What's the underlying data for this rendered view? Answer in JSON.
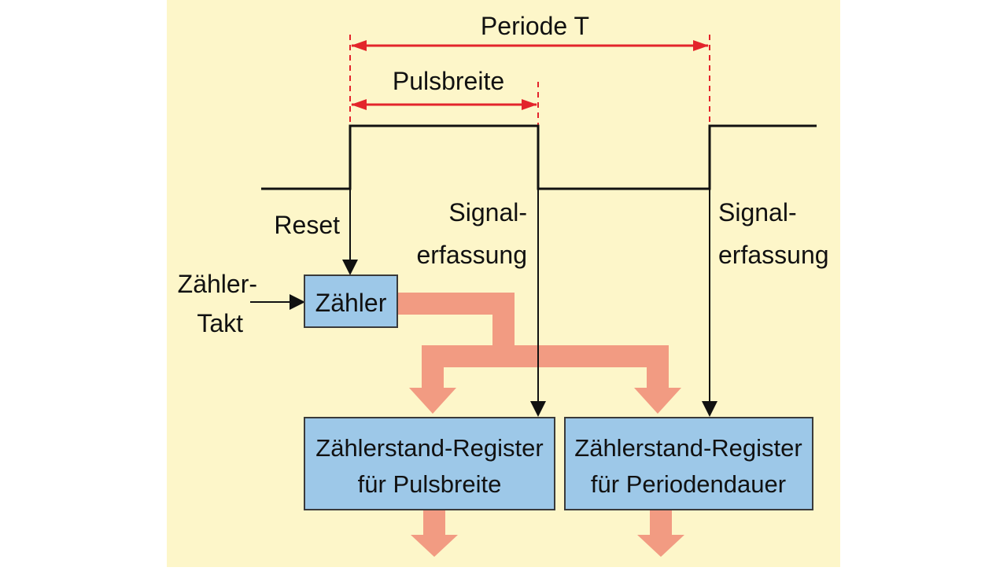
{
  "colors": {
    "background": "#fdf6c9",
    "box_fill": "#9dc8e8",
    "box_stroke": "#3a3a3a",
    "flow_arrow": "#f29b82",
    "dimension": "#e3242b",
    "signal": "#111111"
  },
  "labels": {
    "period": "Periode T",
    "pulse_width": "Pulsbreite",
    "reset": "Reset",
    "signal_capture_1_line1": "Signal-",
    "signal_capture_1_line2": "erfassung",
    "signal_capture_2_line1": "Signal-",
    "signal_capture_2_line2": "erfassung",
    "clock_line1": "Zähler-",
    "clock_line2": "Takt"
  },
  "boxes": {
    "counter": "Zähler",
    "pulse_register_line1": "Zählerstand-Register",
    "pulse_register_line2": "für Pulsbreite",
    "period_register_line1": "Zählerstand-Register",
    "period_register_line2": "für Periodendauer"
  }
}
